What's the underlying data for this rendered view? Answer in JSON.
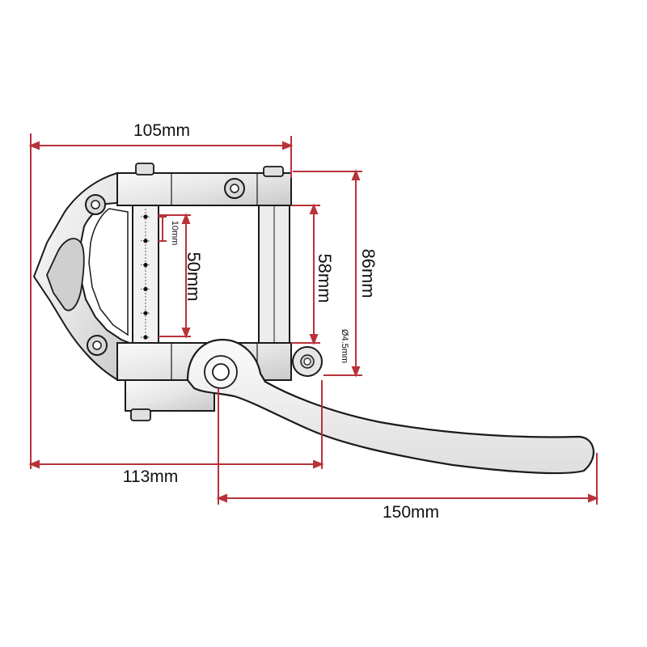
{
  "colors": {
    "dimension_line": "#b8323a",
    "outline": "#1a1a1a",
    "metal_light": "#f4f4f4",
    "metal_mid": "#dcdcdc",
    "metal_dark": "#bdbdbd",
    "background": "#ffffff"
  },
  "dimensions": {
    "overall_width": "105mm",
    "string_spacing": "10mm",
    "string_span": "50mm",
    "bar_length": "58mm",
    "overall_height": "86mm",
    "hole_diameter": "Ø4.5mm",
    "mount_width": "113mm",
    "arm_length": "150mm"
  }
}
